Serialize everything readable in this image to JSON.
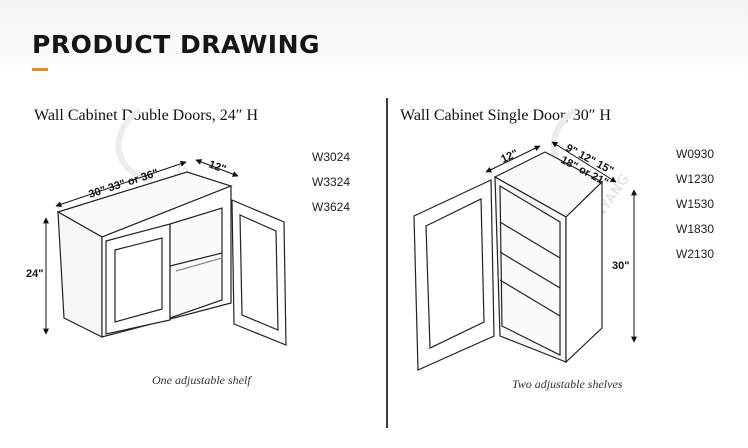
{
  "page_title": "PRODUCT DRAWING",
  "accent_color": "#e8892b",
  "left_panel": {
    "title": "Wall Cabinet Double Doors, 24″ H",
    "models": [
      "W3024",
      "W3324",
      "W3624"
    ],
    "caption": "One adjustable shelf",
    "dims": {
      "width": "30\" 33\" or 36\"",
      "depth": "12\"",
      "height": "24\""
    }
  },
  "right_panel": {
    "title": "Wall Cabinet Single Door, 30″ H",
    "models": [
      "W0930",
      "W1230",
      "W1530",
      "W1830",
      "W2130"
    ],
    "caption": "Two adjustable shelves",
    "dims": {
      "depth": "12\"",
      "width_line1": "9\" 12\" 15\"",
      "width_line2": "18\" or 21\"",
      "height": "30\""
    }
  },
  "watermark": "SANYANG"
}
